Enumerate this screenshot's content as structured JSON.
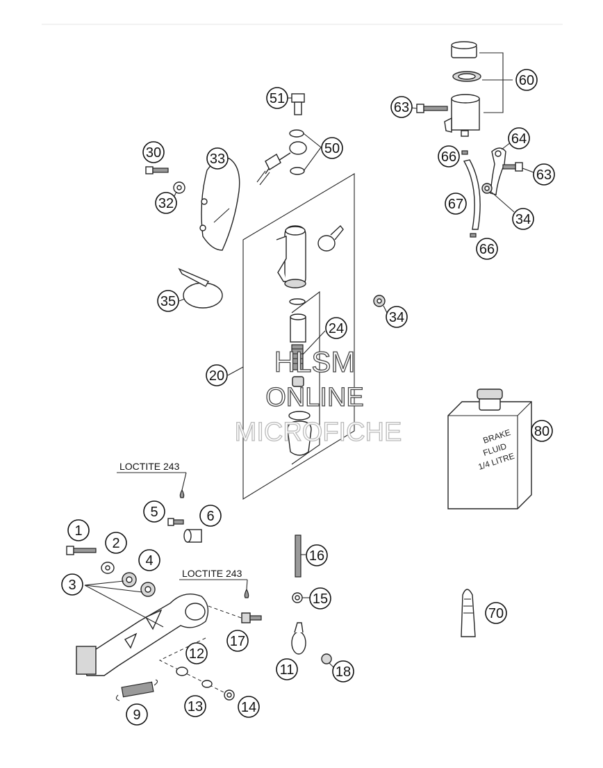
{
  "callouts": [
    "1",
    "2",
    "3",
    "4",
    "5",
    "6",
    "9",
    "11",
    "12",
    "13",
    "14",
    "15",
    "16",
    "17",
    "18",
    "20",
    "24",
    "30",
    "32",
    "33",
    "34",
    "34",
    "35",
    "50",
    "51",
    "60",
    "63",
    "63",
    "64",
    "66",
    "66",
    "67",
    "70",
    "80"
  ],
  "notes": {
    "loctite_upper": "LOCTITE 243",
    "loctite_lower": "LOCTITE 243"
  },
  "can_label": [
    "BRAKE",
    "FLUID",
    "1/4 LITRE"
  ],
  "watermark": [
    "HLSM",
    "ONLINE",
    "MICROFICHE"
  ]
}
